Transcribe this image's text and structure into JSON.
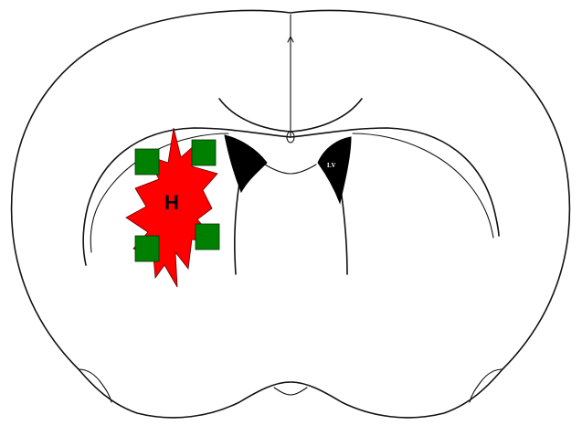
{
  "diagram": {
    "lesion": {
      "label": "H",
      "fill_color": "#ff0000",
      "label_color": "#000000"
    },
    "markers": {
      "count": 4,
      "fill_color": "#008000"
    },
    "ventricles": {
      "right_label": "LV",
      "fill_color": "#000000",
      "label_color": "#ffffff"
    },
    "outline_color": "#111111",
    "background_color": "#ffffff"
  }
}
